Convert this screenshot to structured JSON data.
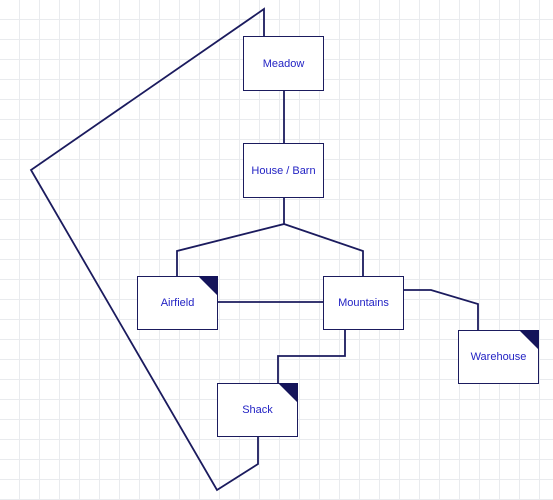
{
  "diagram": {
    "grid": true,
    "colors": {
      "line": "#1b1b5e",
      "label": "#2323c4",
      "corner": "#14145a",
      "grid": "#e9ebee",
      "background": "#ffffff"
    },
    "nodes": [
      {
        "id": "meadow",
        "label": "Meadow",
        "corner_mark": false
      },
      {
        "id": "house",
        "label": "House / Barn",
        "corner_mark": false
      },
      {
        "id": "airfield",
        "label": "Airfield",
        "corner_mark": true
      },
      {
        "id": "mountains",
        "label": "Mountains",
        "corner_mark": false
      },
      {
        "id": "warehouse",
        "label": "Warehouse",
        "corner_mark": true
      },
      {
        "id": "shack",
        "label": "Shack",
        "corner_mark": true
      }
    ],
    "connections": [
      {
        "from": "meadow",
        "to": "house"
      },
      {
        "from": "house",
        "to": "airfield"
      },
      {
        "from": "house",
        "to": "mountains"
      },
      {
        "from": "airfield",
        "to": "mountains"
      },
      {
        "from": "mountains",
        "to": "warehouse"
      },
      {
        "from": "mountains",
        "to": "shack"
      },
      {
        "from": "shack",
        "to": "meadow"
      }
    ]
  }
}
